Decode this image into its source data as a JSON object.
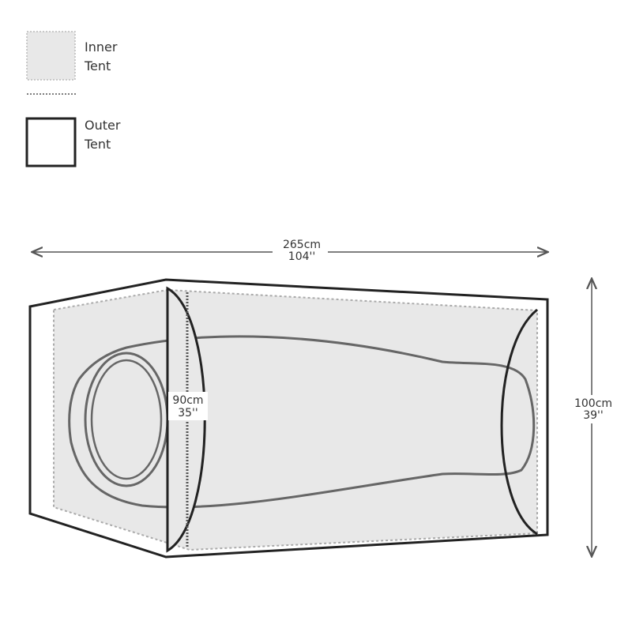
{
  "legend": {
    "inner": {
      "line1": "Inner",
      "line2": "Tent",
      "fill": "#e8e8e8"
    },
    "outer": {
      "line1": "Outer",
      "line2": "Tent"
    }
  },
  "dimensions": {
    "length": {
      "metric": "265cm",
      "imperial": "104''"
    },
    "height": {
      "metric": "100cm",
      "imperial": "39''"
    },
    "width": {
      "metric": "90cm",
      "imperial": "35''"
    }
  }
}
